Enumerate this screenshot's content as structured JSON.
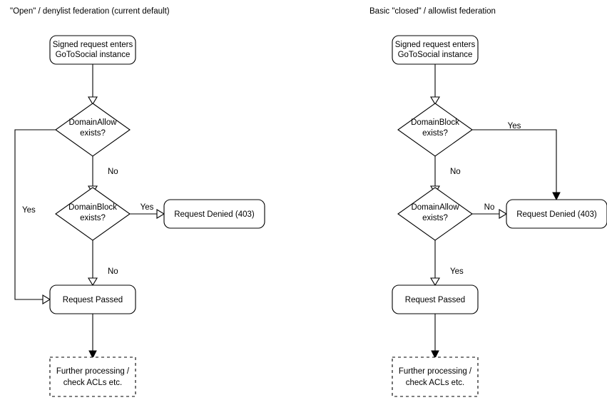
{
  "page": {
    "background": "#ffffff",
    "stroke_color": "#000000",
    "text_color": "#000000"
  },
  "diagrams": [
    {
      "id": "open-denylist",
      "title": "\"Open\" / denylist federation (current default)",
      "nodes": {
        "start": {
          "line1": "Signed request enters",
          "line2": "GoToSocial instance",
          "shape": "rounded-rect"
        },
        "decision1": {
          "line1": "DomainAllow",
          "line2": "exists?",
          "shape": "diamond"
        },
        "decision2": {
          "line1": "DomainBlock",
          "line2": "exists?",
          "shape": "diamond"
        },
        "denied": {
          "line1": "Request Denied (403)",
          "shape": "rounded-rect"
        },
        "passed": {
          "line1": "Request Passed",
          "shape": "rounded-rect"
        },
        "further": {
          "line1": "Further processing /",
          "line2": "check ACLs etc.",
          "shape": "dashed-rect"
        }
      },
      "edge_labels": {
        "allow_yes": "Yes",
        "allow_no": "No",
        "block_yes": "Yes",
        "block_no": "No"
      }
    },
    {
      "id": "closed-allowlist",
      "title": "Basic \"closed\" / allowlist federation",
      "nodes": {
        "start": {
          "line1": "Signed request enters",
          "line2": "GoToSocial instance",
          "shape": "rounded-rect"
        },
        "decision1": {
          "line1": "DomainBlock",
          "line2": "exists?",
          "shape": "diamond"
        },
        "decision2": {
          "line1": "DomainAllow",
          "line2": "exists?",
          "shape": "diamond"
        },
        "denied": {
          "line1": "Request Denied (403)",
          "shape": "rounded-rect"
        },
        "passed": {
          "line1": "Request Passed",
          "shape": "rounded-rect"
        },
        "further": {
          "line1": "Further processing /",
          "line2": "check ACLs etc.",
          "shape": "dashed-rect"
        }
      },
      "edge_labels": {
        "block_yes": "Yes",
        "block_no": "No",
        "allow_no": "No",
        "allow_yes": "Yes"
      }
    }
  ]
}
